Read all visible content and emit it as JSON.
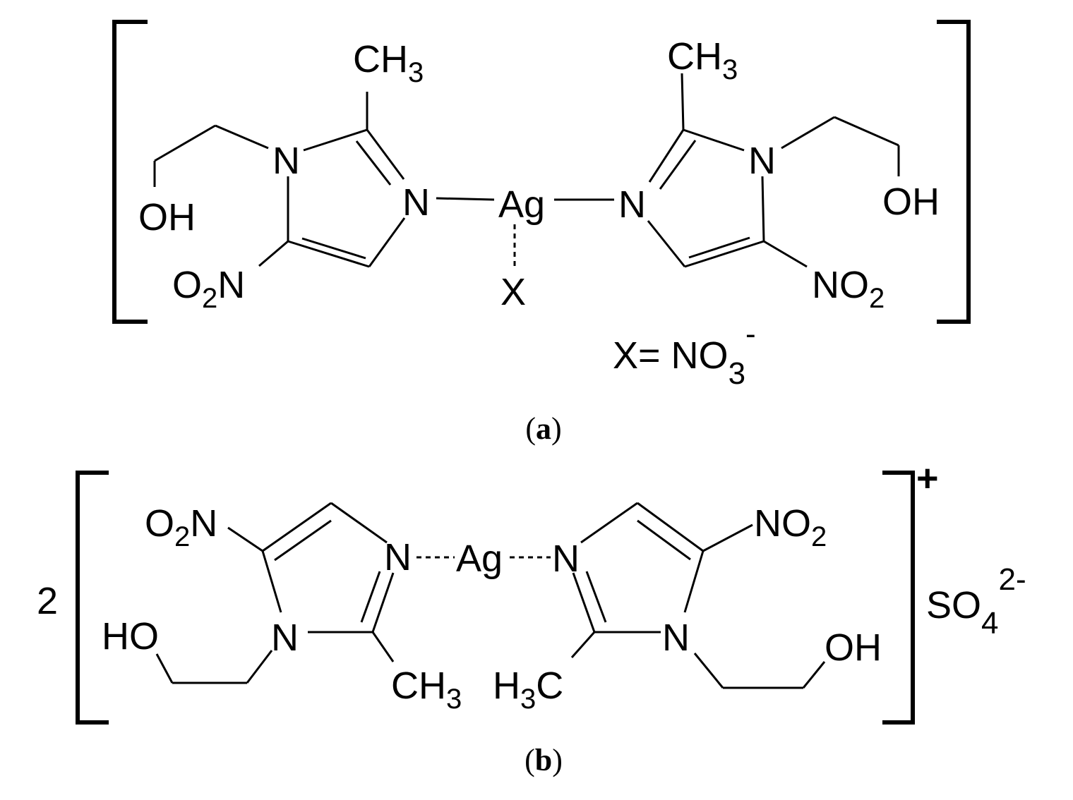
{
  "figure": {
    "a": {
      "caption_label": "a",
      "labels": {
        "ch3_left": "CH",
        "ch3_left_sub": "3",
        "ch3_right": "CH",
        "ch3_right_sub": "3",
        "n_left_ring_top": "N",
        "n_left_ring_coord": "N",
        "ag": "Ag",
        "n_right_ring_coord": "N",
        "n_right_ring_top": "N",
        "oh_left": "OH",
        "oh_right": "OH",
        "o2n_left_pre": "O",
        "o2n_left_sub": "2",
        "o2n_left_post": "N",
        "no2_right_pre": "NO",
        "no2_right_sub": "2",
        "x_ligand": "X",
        "x_def_pre": "X= NO",
        "x_def_sub": "3",
        "x_def_sup": "-"
      }
    },
    "b": {
      "caption_label": "b",
      "labels": {
        "coefficient": "2",
        "o2n_left_pre": "O",
        "o2n_left_sub": "2",
        "o2n_left_post": "N",
        "no2_right_pre": "NO",
        "no2_right_sub": "2",
        "n_left_coord": "N",
        "ag": "Ag",
        "n_right_coord": "N",
        "ho_left": "HO",
        "n_left_ring": "N",
        "n_right_ring": "N",
        "oh_right": "OH",
        "ch3_left": "CH",
        "ch3_left_sub": "3",
        "h3c_pre": "H",
        "h3c_sub": "3",
        "h3c_post": "C",
        "charge": "+",
        "sulfate_pre": "SO",
        "sulfate_sub": "4",
        "sulfate_sup": "2-"
      }
    }
  }
}
